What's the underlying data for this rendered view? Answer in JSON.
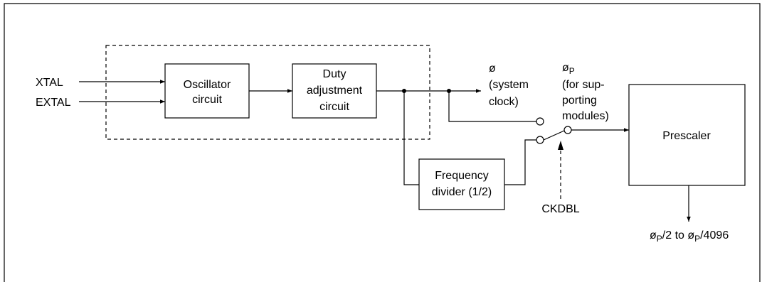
{
  "inputs": {
    "xtal": "XTAL",
    "extal": "EXTAL"
  },
  "blocks": {
    "oscillator": [
      "Oscillator",
      "circuit"
    ],
    "duty": [
      "Duty",
      "adjustment",
      "circuit"
    ],
    "divider": [
      "Frequency",
      "divider (1/2)"
    ],
    "prescaler": "Prescaler"
  },
  "signals": {
    "system_clock": [
      "ø",
      "(system",
      "clock)"
    ],
    "peripheral_clock": {
      "symbol": "ø",
      "subscript": "P",
      "lines": [
        "(for sup-",
        "porting",
        "modules)"
      ]
    },
    "ckdbl": "CKDBL",
    "prescaler_output": {
      "phi1": "ø",
      "sub1": "P",
      "mid": "/2 to ",
      "phi2": "ø",
      "sub2": "P",
      "end": "/4096"
    }
  }
}
